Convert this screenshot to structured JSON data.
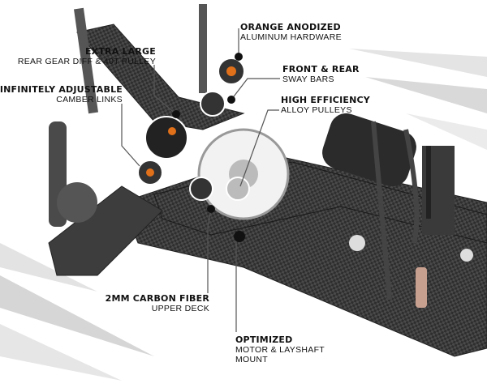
{
  "callouts": [
    {
      "title": "ORANGE ANODIZED",
      "lines": [
        "ALUMINUM HARDWARE"
      ]
    },
    {
      "title": "EXTRA LARGE",
      "lines": [
        "REAR GEAR DIFF & 40T PULLEY"
      ]
    },
    {
      "title": "FRONT & REAR",
      "lines": [
        "SWAY BARS"
      ]
    },
    {
      "title": "INFINITELY ADJUSTABLE",
      "lines": [
        "CAMBER LINKS"
      ]
    },
    {
      "title": "HIGH EFFICIENCY",
      "lines": [
        "ALLOY PULLEYS"
      ]
    },
    {
      "title": "2MM CARBON FIBER",
      "lines": [
        "UPPER DECK"
      ]
    },
    {
      "title": "OPTIMIZED",
      "lines": [
        "MOTOR & LAYSHAFT",
        "MOUNT"
      ]
    }
  ],
  "colors": {
    "accent": "#e0701a",
    "chassis": "#3a3a3a",
    "swoosh": "#d8d8d8"
  }
}
